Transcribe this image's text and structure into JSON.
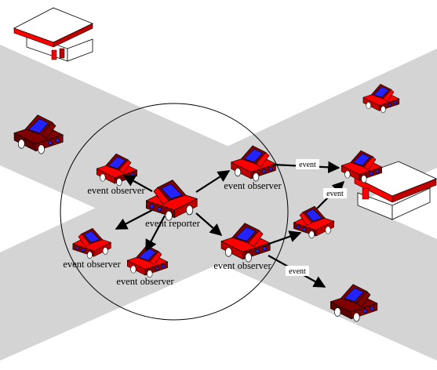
{
  "diagram": {
    "labels": {
      "reporter": "event reporter",
      "observer_upper_left": "event observer",
      "observer_upper_right": "event observer",
      "observer_lower_left": "event observer",
      "observer_lower_mid": "event observer",
      "observer_lower_right": "event observer"
    },
    "message_labels": {
      "top": "event",
      "middle": "event",
      "bottom": "event"
    },
    "colors": {
      "road": "#d4d4d4",
      "car_body": "#ff0000",
      "car_body_dark": "#c00000",
      "car_dark": "#800000",
      "car_window": "#2323ff",
      "building_roof": "#ffffff",
      "building_stripe": "#ff0000",
      "range_circle": "#000000",
      "arrow": "#000000"
    },
    "icons": [
      "gas-station-icon",
      "store-building-icon",
      "car-icon"
    ]
  }
}
